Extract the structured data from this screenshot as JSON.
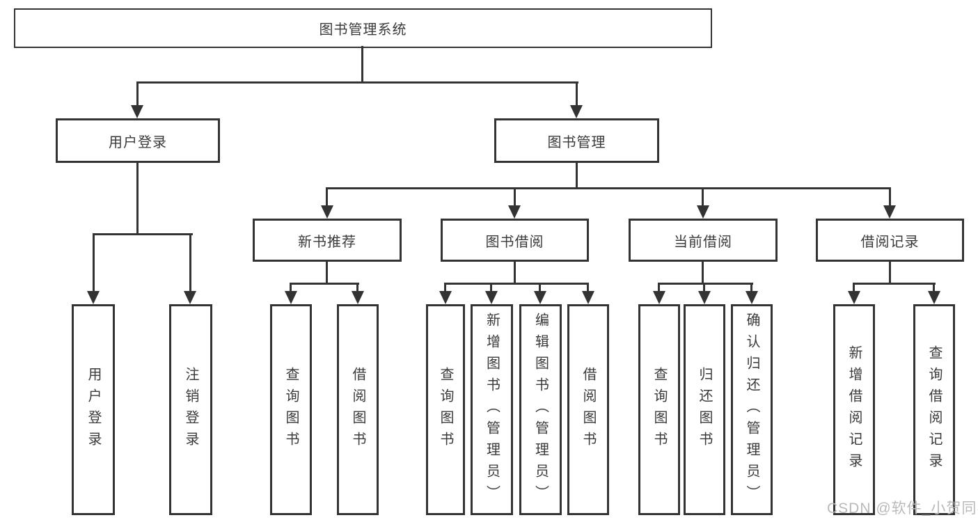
{
  "colors": {
    "line": "#333333",
    "text": "#3a3a3a",
    "background": "#ffffff",
    "watermark": "#b9b9b9"
  },
  "watermark": {
    "text": "CSDN @软件_小贺同学"
  },
  "tree": {
    "root": "图书管理系统",
    "level2": {
      "user_login": "用户登录",
      "book_mgmt": "图书管理"
    },
    "level3": {
      "new_books": "新书推荐",
      "borrowing": "图书借阅",
      "current": "当前借阅",
      "records": "借阅记录"
    },
    "leaves": {
      "user_login": [
        "用户登录",
        "注销登录"
      ],
      "new_books": [
        "查询图书",
        "借阅图书"
      ],
      "borrowing": [
        "查询图书",
        "新增图书（管理员）",
        "编辑图书（管理员）",
        "借阅图书"
      ],
      "current": [
        "查询图书",
        "归还图书",
        "确认归还（管理员）"
      ],
      "records": [
        "新增借阅记录",
        "查询借阅记录"
      ]
    }
  }
}
